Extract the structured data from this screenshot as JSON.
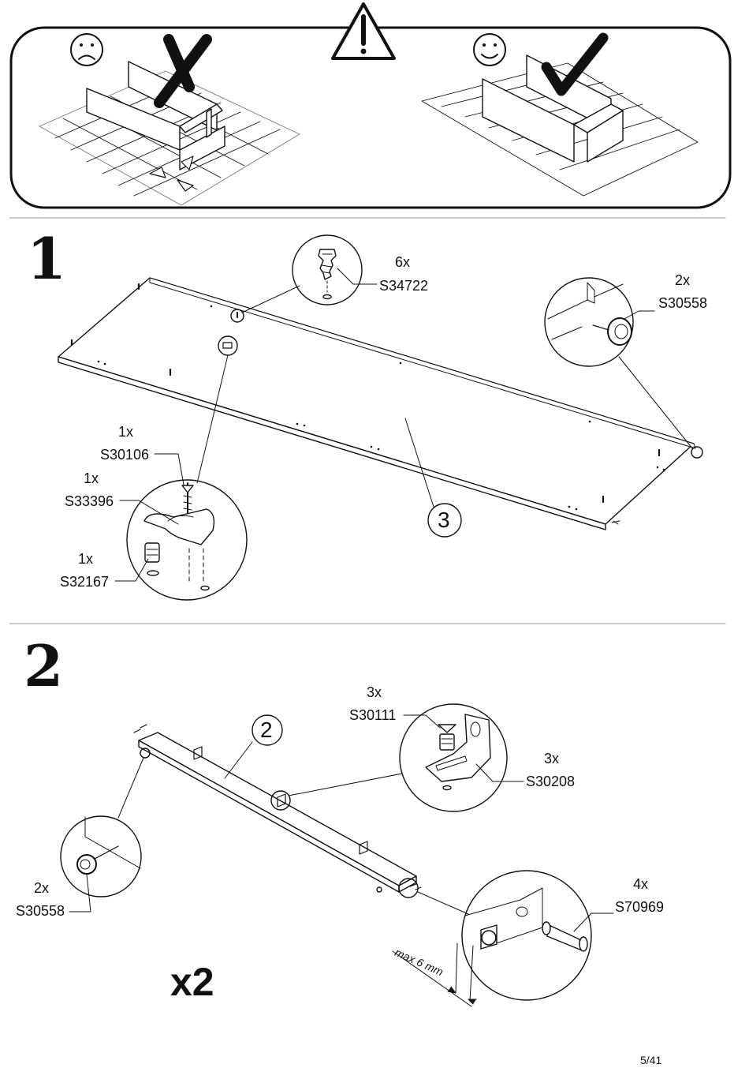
{
  "page_number": "5/41",
  "warning": {
    "icon": "warning-triangle-icon",
    "bad_icon": "sad-face-icon",
    "good_icon": "happy-face-icon"
  },
  "step1": {
    "number": "1",
    "panel_label": "3",
    "parts": [
      {
        "qty": "6x",
        "code": "S34722"
      },
      {
        "qty": "2x",
        "code": "S30558"
      },
      {
        "qty": "1x",
        "code": "S30106"
      },
      {
        "qty": "1x",
        "code": "S33396"
      },
      {
        "qty": "1x",
        "code": "S32167"
      }
    ]
  },
  "step2": {
    "number": "2",
    "panel_label": "2",
    "repeat": "x2",
    "note": "max 6 mm",
    "parts": [
      {
        "qty": "3x",
        "code": "S30111"
      },
      {
        "qty": "3x",
        "code": "S30208"
      },
      {
        "qty": "2x",
        "code": "S30558"
      },
      {
        "qty": "4x",
        "code": "S70969"
      }
    ]
  }
}
